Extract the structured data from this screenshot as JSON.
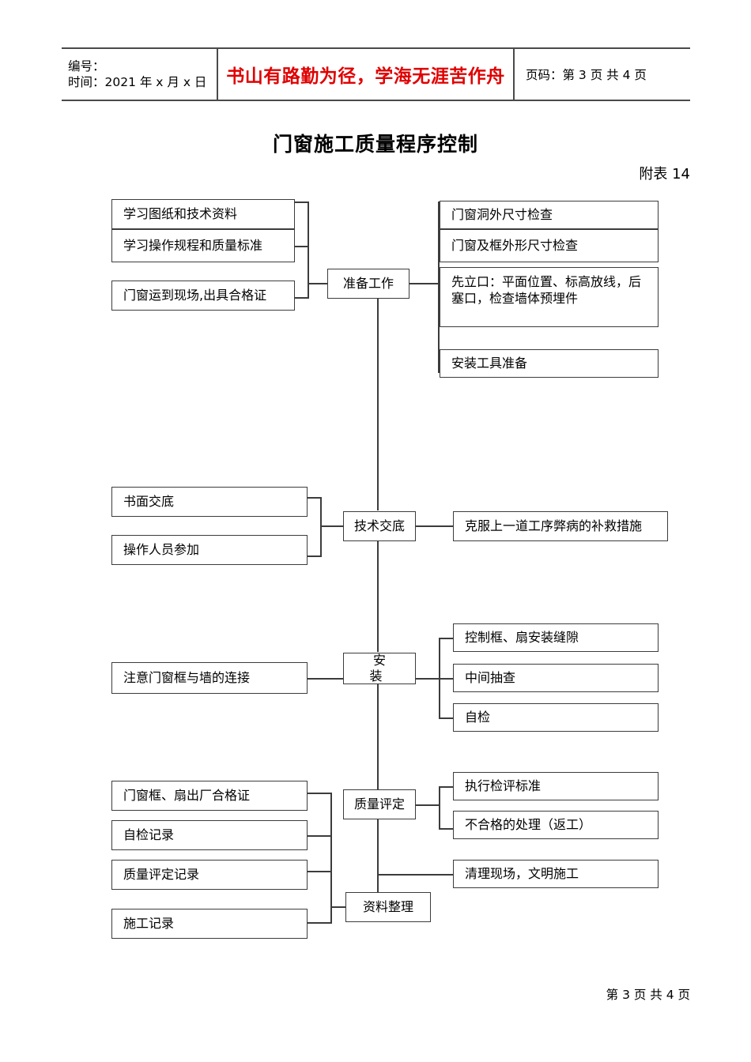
{
  "header": {
    "id_label": "编号：",
    "time_label": "时间：2021 年 x 月 x 日",
    "motto": "书山有路勤为径，学海无涯苦作舟",
    "page_label": "页码：第 3 页 共 4 页"
  },
  "title": "门窗施工质量程序控制",
  "subtitle": "附表 14",
  "flow": {
    "stage1": {
      "node": "准备工作",
      "left": [
        "学习图纸和技术资料",
        "学习操作规程和质量标准",
        "门窗运到现场,出具合格证"
      ],
      "right": [
        "门窗洞外尺寸检查",
        "门窗及框外形尺寸检查",
        "先立口：平面位置、标高放线，后塞口，检查墙体预埋件",
        "安装工具准备"
      ]
    },
    "stage2": {
      "node": "技术交底",
      "left": [
        "书面交底",
        "操作人员参加"
      ],
      "right": [
        "克服上一道工序弊病的补救措施"
      ]
    },
    "stage3": {
      "node": "安　装",
      "left": [
        "注意门窗框与墙的连接"
      ],
      "right": [
        "控制框、扇安装缝隙",
        "中间抽查",
        "自检"
      ]
    },
    "stage4": {
      "node": "质量评定",
      "right": [
        "执行检评标准",
        "不合格的处理（返工）"
      ]
    },
    "stage5": {
      "node": "资料整理",
      "left": [
        "门窗框、扇出厂合格证",
        "自检记录",
        "质量评定记录",
        "施工记录"
      ],
      "right": [
        "清理现场，文明施工"
      ]
    }
  },
  "footer": "第 3 页 共 4 页",
  "colors": {
    "motto": "#e00000",
    "line": "#3c3c3c",
    "table_border": "#4a4a4a"
  }
}
